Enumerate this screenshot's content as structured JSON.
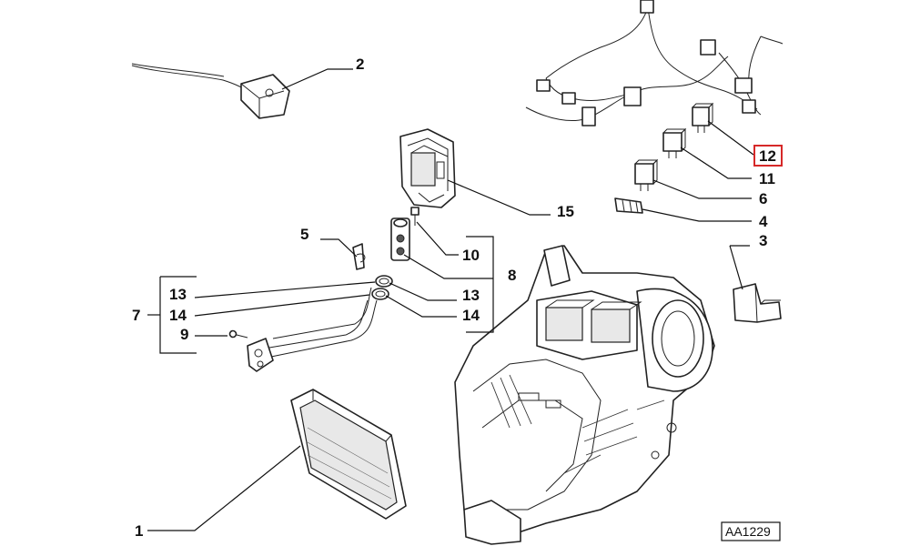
{
  "labels": {
    "l1": "1",
    "l2": "2",
    "l3": "3",
    "l4": "4",
    "l5": "5",
    "l6": "6",
    "l7": "7",
    "l8": "8",
    "l9": "9",
    "l10": "10",
    "l11": "11",
    "l12": "12",
    "l13a": "13",
    "l13b": "13",
    "l14a": "14",
    "l14b": "14",
    "l15": "15"
  },
  "reference_code": "AA1229",
  "colors": {
    "highlight_box": "#d62828",
    "line": "#111111"
  }
}
